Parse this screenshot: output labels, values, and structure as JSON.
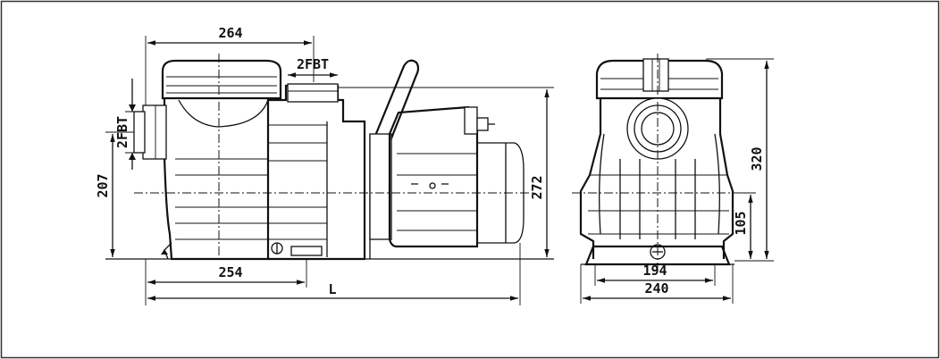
{
  "dimensions": {
    "overall_width": "264",
    "outlet_size": "2FBT",
    "inlet_size": "2FBT",
    "inlet_height": "207",
    "total_height_side": "272",
    "base_length": "254",
    "overall_length": "L",
    "end_height": "320",
    "foot_height": "105",
    "foot_spacing": "194",
    "base_width": "240"
  },
  "colors": {
    "line": "#111111",
    "background": "#ffffff",
    "frame": "#333333"
  }
}
